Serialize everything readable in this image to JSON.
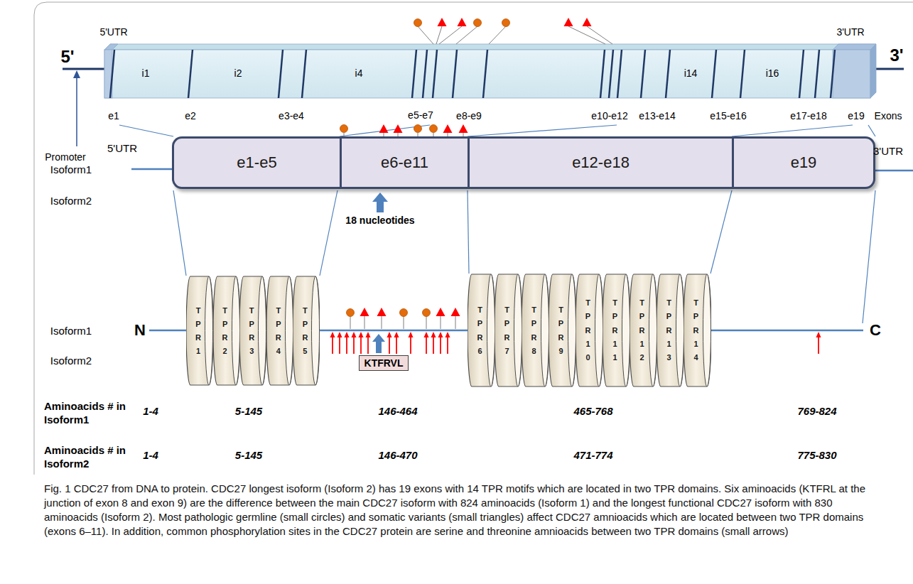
{
  "diagram": {
    "caption": "Fig. 1 CDC27 from DNA to protein. CDC27 longest isoform (Isoform 2) has 19 exons with 14 TPR motifs which are located in two TPR domains. Six aminoacids (KTFRL at the junction of exon 8 and exon 9) are the difference between the main CDC27 isoform with 824 aminoacids (Isoform 1) and the longest functional CDC27 isoform with 830 aminoacids (Isoform 2). Most pathologic germline (small circles) and somatic variants (small triangles) affect CDC27 amnioacids which are located between two TPR domains (exons 6–11). In addition, common phosphorylation sites in the CDC27 protein are serine and threonine amnioacids between two TPR domains (small arrows)",
    "nodes": [
      {
        "text": [
          "i1",
          "i2",
          "i4",
          "i14",
          "i16"
        ]
      },
      {
        "text": [
          "e1-e5"
        ]
      },
      {
        "text": [
          "e6-e11"
        ]
      },
      {
        "text": [
          "e12-e18"
        ]
      },
      {
        "text": [
          "e19"
        ]
      },
      {
        "text": [
          "TPR1"
        ]
      },
      {
        "text": [
          "TPR2"
        ]
      },
      {
        "text": [
          "TPR3"
        ]
      },
      {
        "text": [
          "TPR4"
        ]
      },
      {
        "text": [
          "TPR5"
        ]
      },
      {
        "text": [
          "KTFRVL"
        ]
      },
      {
        "text": [
          "TPR6"
        ]
      },
      {
        "text": [
          "TPR7"
        ]
      },
      {
        "text": [
          "TPR8"
        ]
      },
      {
        "text": [
          "TPR9"
        ]
      },
      {
        "text": [
          "TPR10"
        ]
      },
      {
        "text": [
          "TPR11"
        ]
      },
      {
        "text": [
          "TPR12"
        ]
      },
      {
        "text": [
          "TPR13"
        ]
      },
      {
        "text": [
          "TPR14"
        ]
      }
    ],
    "labels": [
      "5'",
      "5'UTR",
      "3'UTR",
      "3'",
      "e1",
      "e2",
      "e3-e4",
      "e5-e7",
      "e8-e9",
      "e10-e12",
      "e13-e14",
      "e15-e16",
      "e17-e18",
      "e19",
      "Exons",
      "Promoter",
      "5'UTR",
      "3'UTR",
      "Isoform1",
      "Isoform2",
      "18 nucleotides",
      "Isoform1",
      "Isoform2",
      "N",
      "C",
      "Aminoacids # in Isoform1",
      "1-4",
      "5-145",
      "146-464",
      "465-768",
      "769-824",
      "Aminoacids # in Isoform2",
      "1-4",
      "5-145",
      "146-470",
      "471-774",
      "775-830"
    ]
  }
}
